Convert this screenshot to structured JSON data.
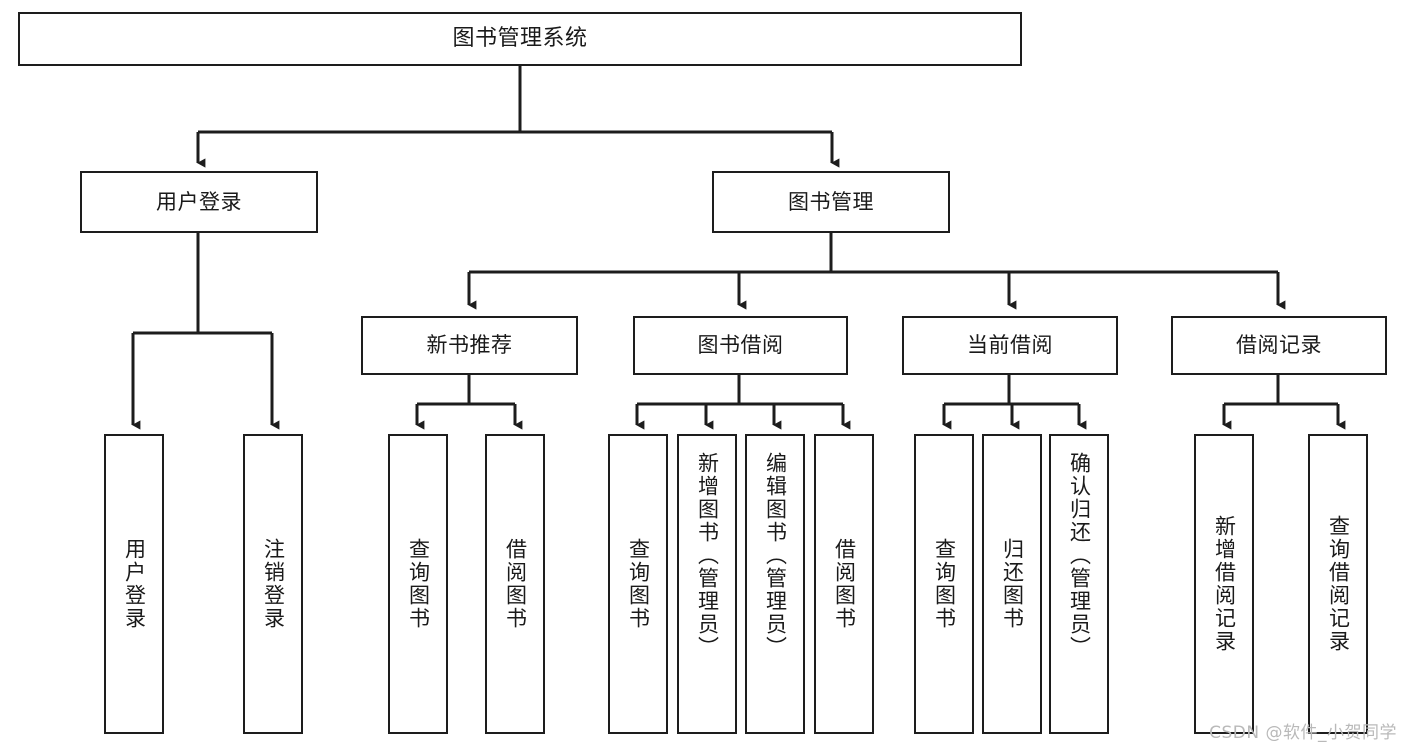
{
  "diagram": {
    "title": "图书管理系统",
    "type": "tree-structure-chart",
    "stroke_color": "#1d1d1d",
    "background_color": "#ffffff",
    "nodes": {
      "root": {
        "label": "图书管理系统"
      },
      "level1": [
        {
          "id": "user-login",
          "label": "用户登录"
        },
        {
          "id": "book-management",
          "label": "图书管理"
        }
      ],
      "level2": [
        {
          "id": "new-book-recommend",
          "label": "新书推荐"
        },
        {
          "id": "book-borrow",
          "label": "图书借阅"
        },
        {
          "id": "current-borrow",
          "label": "当前借阅"
        },
        {
          "id": "borrow-record",
          "label": "借阅记录"
        }
      ],
      "leaves": {
        "user_login": [
          {
            "id": "leaf-user-login",
            "label": "用户登录"
          },
          {
            "id": "leaf-logout-login",
            "label": "注销登录"
          }
        ],
        "new_book_recommend": [
          {
            "id": "leaf-query-book-1",
            "label": "查询图书"
          },
          {
            "id": "leaf-borrow-book-1",
            "label": "借阅图书"
          }
        ],
        "book_borrow": [
          {
            "id": "leaf-query-book-2",
            "label": "查询图书"
          },
          {
            "id": "leaf-add-book",
            "label": "新增图书（管理员）"
          },
          {
            "id": "leaf-edit-book",
            "label": "编辑图书（管理员）"
          },
          {
            "id": "leaf-borrow-book-2",
            "label": "借阅图书"
          }
        ],
        "current_borrow": [
          {
            "id": "leaf-query-book-3",
            "label": "查询图书"
          },
          {
            "id": "leaf-return-book",
            "label": "归还图书"
          },
          {
            "id": "leaf-confirm-return",
            "label": "确认归还（管理员）"
          }
        ],
        "borrow_record": [
          {
            "id": "leaf-add-record",
            "label": "新增借阅记录"
          },
          {
            "id": "leaf-query-record",
            "label": "查询借阅记录"
          }
        ]
      }
    }
  },
  "watermark": {
    "text": "CSDN @软件_小贺同学"
  }
}
